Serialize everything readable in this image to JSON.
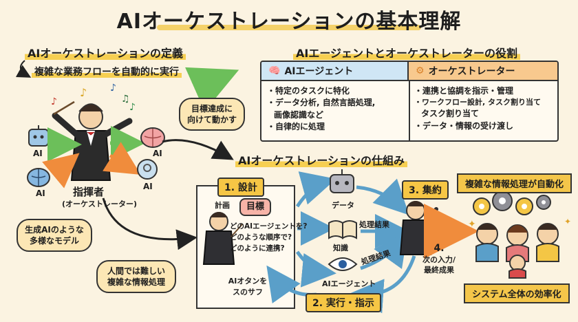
{
  "title": "AIオーケストレーションの基本理解",
  "definition": {
    "heading": "AIオーケストレーションの定義",
    "subtitle": "複雑な業務フローを自動的に実行",
    "goal_bubble": [
      "目標達成に",
      "向けて動かす"
    ],
    "ai_label_1": "AI",
    "ai_label_2": "AI",
    "ai_label_3": "AI",
    "ai_label_4": "AI",
    "conductor_label": "指揮者",
    "conductor_sub": "(オーケストレーター)",
    "models_bubble": [
      "生成AIのような",
      "多様なモデル"
    ],
    "complex_bubble": [
      "人間では難しい",
      "複雑な情報処理"
    ]
  },
  "roles": {
    "heading": "AIエージェントとオーケストレーターの役割",
    "agent": {
      "header": "AIエージェント",
      "items": [
        "・特定のタスクに特化",
        "・データ分析, 自然言語処理,",
        "  画像認識など",
        "・自律的に処理"
      ]
    },
    "orchestrator": {
      "header": "オーケストレーター",
      "items": [
        "・連携と協調を指示・管理",
        "・ワークフロー設計, タスク割り当て",
        "  タスク割り当て",
        "・データ・情報の受け渡し"
      ]
    }
  },
  "mechanism": {
    "heading": "AIオーケストレーションの仕組み",
    "step1": "1. 設計",
    "step2": "2. 実行・指示",
    "step3": "3. 集約",
    "step4": [
      "4.",
      "次の入力/",
      "最終成果"
    ],
    "plan_label": "計画",
    "goal_label": "目標",
    "questions": [
      "どのAIエージェントを?",
      "どのような順序で?",
      "どのように連携?"
    ],
    "data_label": "データ",
    "knowledge_label": "知識",
    "agent_label": "AIエージェント",
    "result_1": "処理結果",
    "result_2": "処理結果",
    "garbled_note": [
      "AIオタンを",
      "スのサフ"
    ],
    "auto_banner": "複雑な情報処理が自動化",
    "efficiency_banner": "システム全体の効率化"
  },
  "colors": {
    "background": "#fbf3e1",
    "highlight": "#f6cf52",
    "agent_header": "#cfe6f5",
    "orchestrator_header": "#f8c98e",
    "arrow_blue": "#5a9fc9",
    "arrow_orange": "#f08c3c",
    "arrow_green": "#6cbf5a"
  }
}
